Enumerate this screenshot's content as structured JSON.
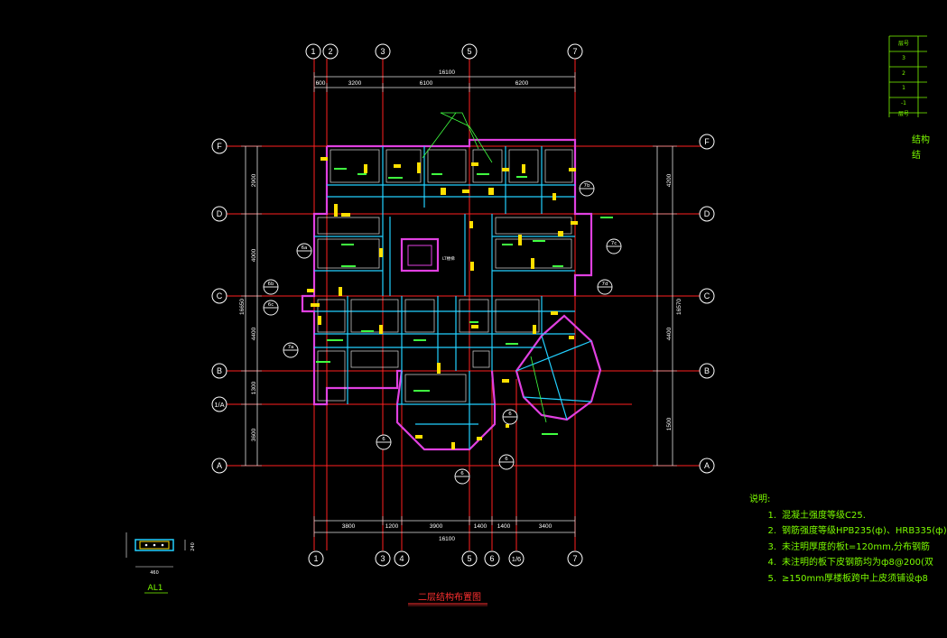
{
  "drawing_title": "二层结构布置图",
  "beam_detail_title": "AL1",
  "beam_detail_dims": [
    "460",
    "240"
  ],
  "axes_top": [
    "1",
    "2",
    "3",
    "5",
    "7"
  ],
  "axes_bottom": [
    "1",
    "3",
    "4",
    "5",
    "6",
    "1/6",
    "7"
  ],
  "axes_rows": [
    "F",
    "D",
    "C",
    "B",
    "1/A",
    "A"
  ],
  "top_total": "16100",
  "top_segments": [
    "600",
    "3200",
    "6100",
    "6200"
  ],
  "bottom_total": "16100",
  "bottom_segments": [
    "3800",
    "1200",
    "3900",
    "1400",
    "1400",
    "3400"
  ],
  "left_dims": [
    "2900",
    "4000",
    "4400",
    "1300",
    "3600"
  ],
  "left_total": "16650",
  "right_dims": [
    "4200",
    "4400",
    "1500"
  ],
  "right_total": "16570",
  "notes_heading": "说明:",
  "notes": [
    {
      "n": "1.",
      "text": "混凝土强度等级C25."
    },
    {
      "n": "2.",
      "text": "钢筋强度等级HPB235(ф)、HRB335(ф)"
    },
    {
      "n": "3.",
      "text": "未注明厚度的板t=120mm,分布钢筋"
    },
    {
      "n": "4.",
      "text": "未注明的板下皮钢筋均为ф8@200(双"
    },
    {
      "n": "5.",
      "text": "≥150mm厚楼板跨中上皮须铺设ф8"
    }
  ],
  "legend_table": {
    "header": "层号",
    "rows": [
      "3",
      "2",
      "1",
      "-1",
      "层号"
    ],
    "caption_lines": [
      "结构",
      "结"
    ]
  },
  "section_marks": [
    "6a",
    "6b",
    "6c",
    "7a",
    "7b",
    "7c",
    "7d",
    "6",
    "6",
    "6",
    "6"
  ],
  "stair_label": "LT楼梯"
}
